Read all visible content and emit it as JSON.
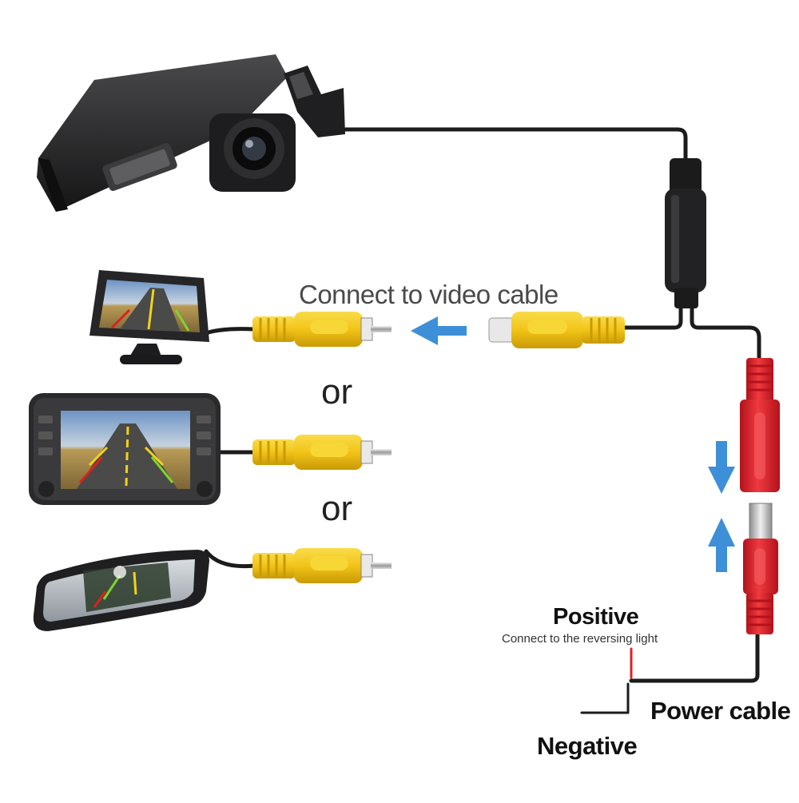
{
  "labels": {
    "title": "Connect  to video cable",
    "or_1": "or",
    "or_2": "or",
    "positive": "Positive",
    "positive_note": "Connect to the reversing light",
    "power_cable": "Power cable",
    "negative": "Negative"
  },
  "colors": {
    "rca_yellow": "#f2c418",
    "rca_yellow_dark": "#c99a06",
    "power_red": "#e3202a",
    "power_red_dark": "#b3121b",
    "arrow_blue": "#3d8fd8",
    "cable": "#1c1c1c",
    "device_body": "#2a2a2c"
  },
  "icons": {
    "camera": "backup-camera-icon",
    "monitor": "dash-monitor-icon",
    "dvd": "car-dvd-head-unit-icon",
    "mirror": "mirror-monitor-icon",
    "arrow": "direction-arrow-icon"
  }
}
